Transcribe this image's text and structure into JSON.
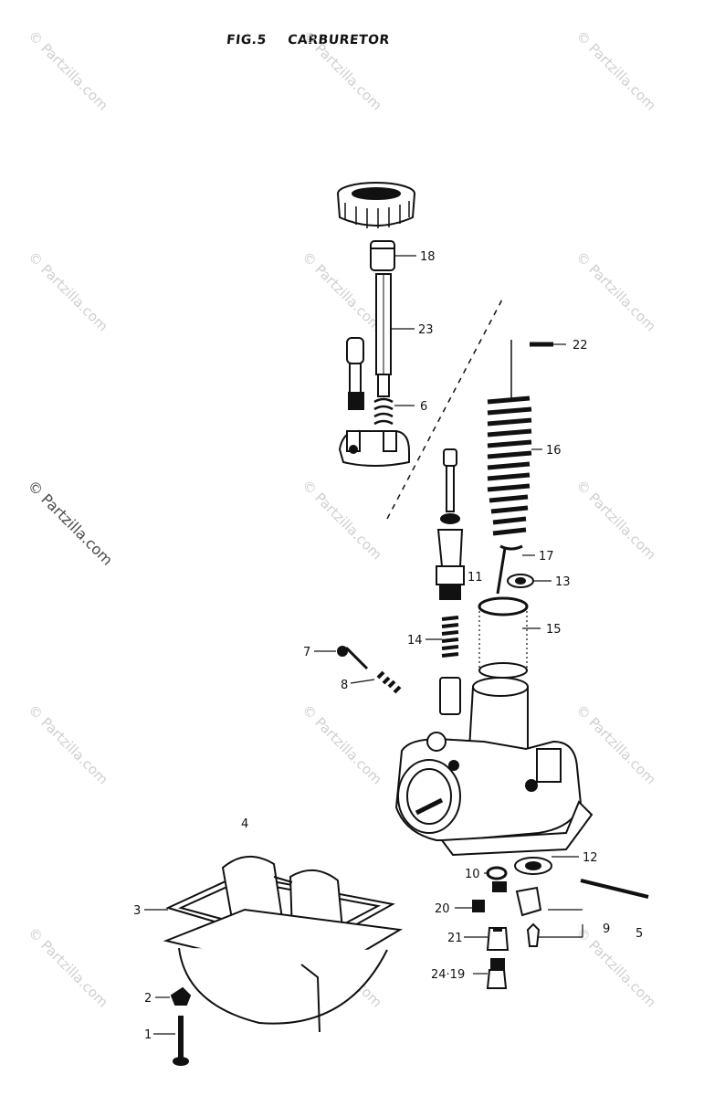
{
  "figure": {
    "number": "FIG.5",
    "name": "CARBURETOR"
  },
  "watermark": {
    "text": "© Partzilla.com"
  },
  "callouts": {
    "c1": "1",
    "c2": "2",
    "c3": "3",
    "c4": "4",
    "c5": "5",
    "c6": "6",
    "c7": "7",
    "c8": "8",
    "c9": "9",
    "c10": "10",
    "c11": "11",
    "c12": "12",
    "c13": "13",
    "c14": "14",
    "c15": "15",
    "c16": "16",
    "c17": "17",
    "c18": "18",
    "c20": "20",
    "c21": "21",
    "c22": "22",
    "c23": "23",
    "c24_19": "24·19"
  }
}
